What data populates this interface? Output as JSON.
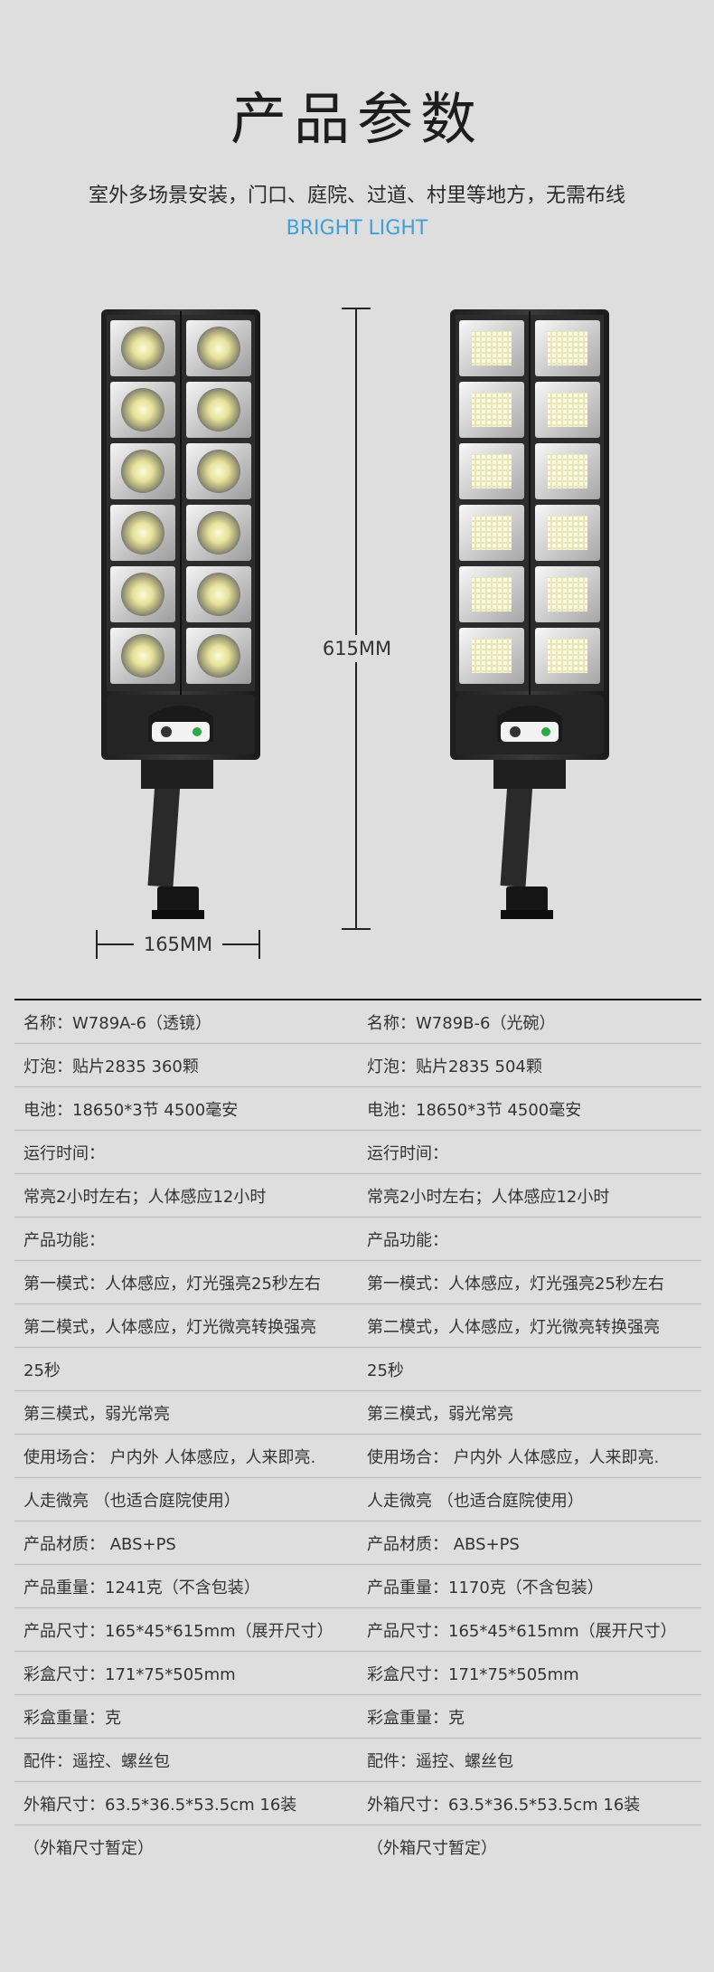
{
  "header": {
    "title": "产品参数",
    "subtitle": "室外多场景安装，门口、庭院、过道、村里等地方，无需布线",
    "subtitle_en": "BRIGHT LIGHT"
  },
  "dimensions": {
    "height_label": "615MM",
    "width_label": "165MM"
  },
  "products": [
    {
      "variant": "lens",
      "lamp_count": 12
    },
    {
      "variant": "bowl",
      "lamp_count": 12
    }
  ],
  "specs": {
    "rows": [
      [
        "名称：W789A-6（透镜）",
        "名称：W789B-6（光碗）"
      ],
      [
        "灯泡：贴片2835  360颗",
        "灯泡：贴片2835  504颗"
      ],
      [
        "电池：18650*3节  4500毫安",
        "电池：18650*3节  4500毫安"
      ],
      [
        "运行时间：",
        "运行时间："
      ],
      [
        "常亮2小时左右；人体感应12小时",
        "常亮2小时左右；人体感应12小时"
      ],
      [
        "产品功能：",
        "产品功能："
      ],
      [
        "第一模式：人体感应，灯光强亮25秒左右",
        "第一模式：人体感应，灯光强亮25秒左右"
      ],
      [
        "第二模式，人体感应，灯光微亮转换强亮",
        "第二模式，人体感应，灯光微亮转换强亮"
      ],
      [
        "25秒",
        "25秒"
      ],
      [
        "第三模式，弱光常亮",
        "第三模式，弱光常亮"
      ],
      [
        "使用场合：  户内外  人体感应，人来即亮.",
        "使用场合：  户内外  人体感应，人来即亮."
      ],
      [
        "人走微亮  （也适合庭院使用）",
        "人走微亮  （也适合庭院使用）"
      ],
      [
        "产品材质：  ABS+PS",
        "产品材质：  ABS+PS"
      ],
      [
        "产品重量：1241克（不含包装）",
        "产品重量：1170克（不含包装）"
      ],
      [
        "产品尺寸：165*45*615mm（展开尺寸）",
        "产品尺寸：165*45*615mm（展开尺寸）"
      ],
      [
        "彩盒尺寸：171*75*505mm",
        "彩盒尺寸：171*75*505mm"
      ],
      [
        "彩盒重量：克",
        "彩盒重量：克"
      ],
      [
        "配件：遥控、螺丝包",
        "配件：遥控、螺丝包"
      ],
      [
        "外箱尺寸：63.5*36.5*53.5cm 16装",
        "外箱尺寸：63.5*36.5*53.5cm 16装"
      ],
      [
        "（外箱尺寸暂定）",
        "（外箱尺寸暂定）"
      ]
    ]
  }
}
